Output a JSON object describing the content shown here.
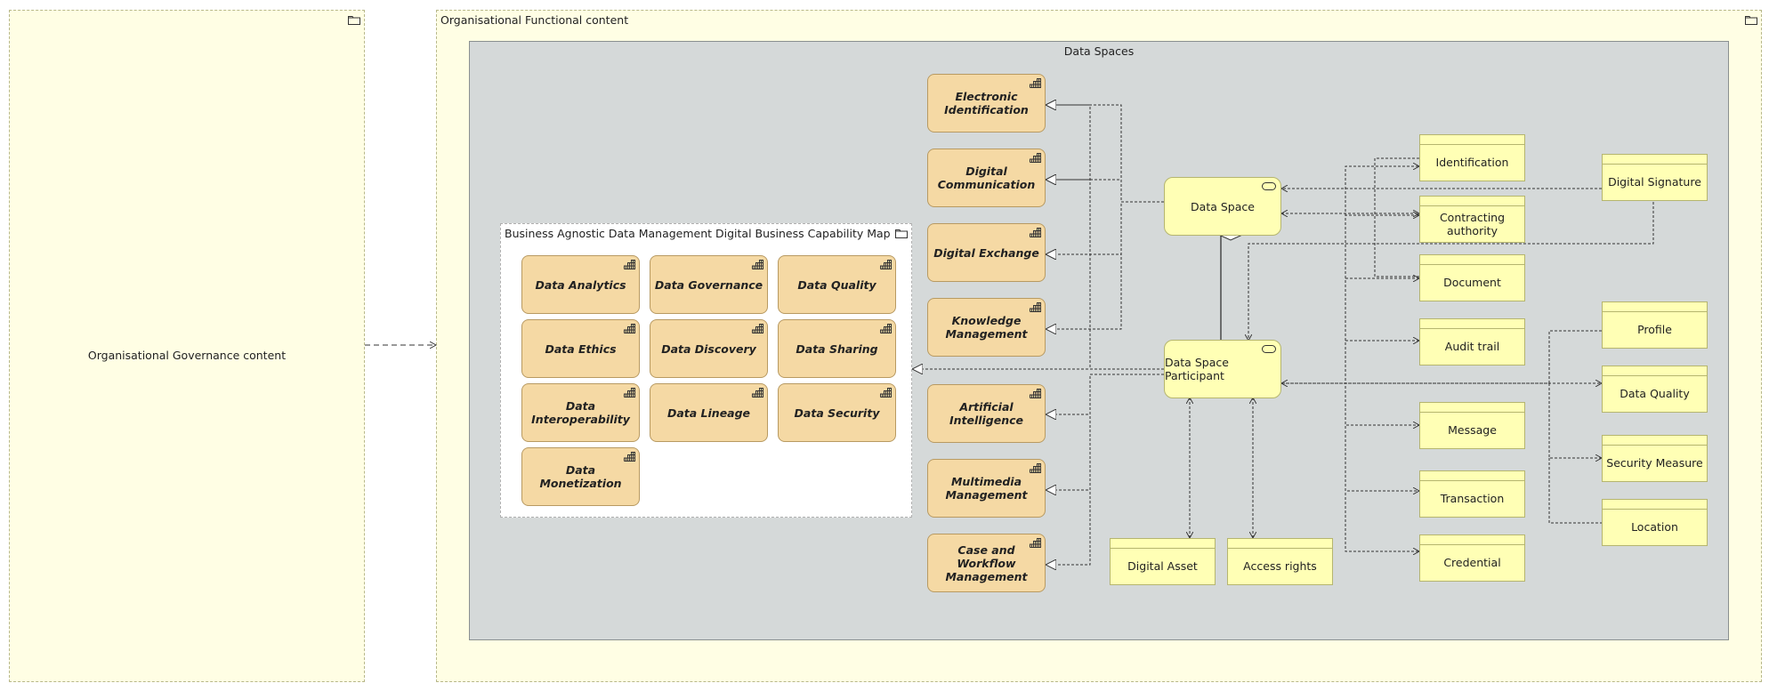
{
  "groups": {
    "governance": "Organisational Governance content",
    "functional": "Organisational Functional content",
    "data_spaces": "Data Spaces",
    "capability_map": "Business Agnostic Data Management Digital Business Capability Map"
  },
  "capabilities": [
    "Data Analytics",
    "Data Governance",
    "Data Quality",
    "Data Ethics",
    "Data Discovery",
    "Data Sharing",
    "Data Interoperability",
    "Data Lineage",
    "Data Security",
    "Data Monetization"
  ],
  "side_capabilities": [
    "Electronic Identification",
    "Digital Communication",
    "Digital Exchange",
    "Knowledge Management",
    "Artificial Intelligence",
    "Multimedia Management",
    "Case and Workflow Management"
  ],
  "services": {
    "data_space": "Data Space",
    "participant": "Data Space Participant"
  },
  "objects_bottom": [
    "Digital Asset",
    "Access rights"
  ],
  "objects_middle": [
    "Identification",
    "Contracting authority",
    "Document",
    "Audit trail",
    "Message",
    "Transaction",
    "Credential"
  ],
  "objects_right": [
    "Digital Signature",
    "Profile",
    "Data Quality",
    "Security Measure",
    "Location"
  ],
  "colors": {
    "grouping_fill": "#fffee4",
    "container_fill": "#d5d9d9",
    "capability_fill": "#f5d9a4",
    "element_fill": "#ffffb5"
  }
}
